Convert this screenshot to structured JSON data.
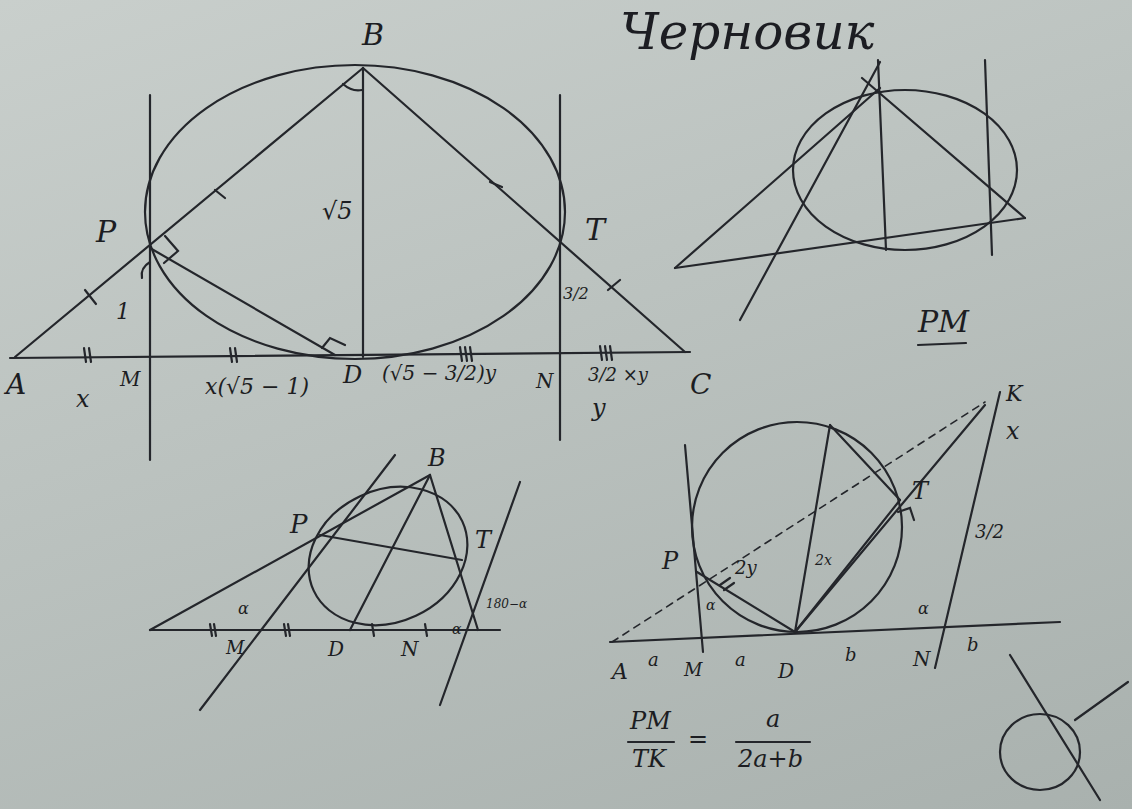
{
  "diagram": {
    "labels": [
      "Черновик",
      "B",
      "P",
      "T",
      "√5",
      "1",
      "3/2",
      "A",
      "x",
      "M",
      "x(√5 − 1)",
      "D",
      "(√5 − 3/2)y",
      "N",
      "3/2 ×y",
      "y",
      "C",
      "PM",
      "B",
      "P",
      "T",
      "α",
      "M",
      "D",
      "N",
      "180−α",
      "α",
      "K",
      "x",
      "T",
      "3/2",
      "P",
      "2y",
      "2x",
      "α",
      "A",
      "a",
      "M",
      "a",
      "D",
      "b",
      "N",
      "b",
      "α",
      "PM",
      "TK",
      "=",
      "a",
      "2a+b"
    ]
  }
}
